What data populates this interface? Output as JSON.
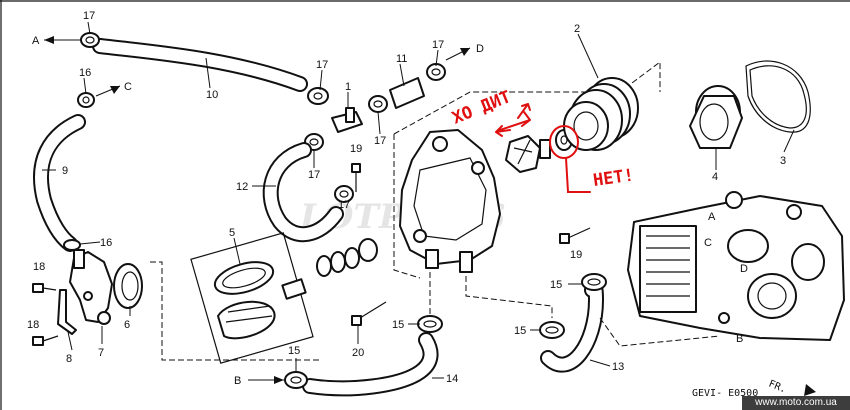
{
  "part_numbers": [
    "1",
    "2",
    "3",
    "4",
    "5",
    "6",
    "7",
    "8",
    "9",
    "10",
    "11",
    "12",
    "13",
    "14",
    "15",
    "16",
    "17",
    "18",
    "19",
    "20"
  ],
  "callouts": {
    "n17_a": "17",
    "n17_b": "17",
    "n17_c": "17",
    "n17_d": "17",
    "n17_e": "17",
    "n17_f": "17",
    "n16_a": "16",
    "n16_b": "16",
    "n15_a": "15",
    "n15_b": "15",
    "n15_c": "15",
    "n15_d": "15",
    "n18_a": "18",
    "n18_b": "18",
    "n19_a": "19",
    "n19_b": "19"
  },
  "refs": {
    "A": "A",
    "B": "B",
    "C": "C",
    "D": "D"
  },
  "annotations": {
    "left": "ХО ДИТ",
    "right": "НЕТ!",
    "color": "#e01010"
  },
  "watermark": "LOTPARTS",
  "drawing_code": "GEVI- E0500",
  "front_mark": "FR.",
  "site": "www.moto.com.ua"
}
